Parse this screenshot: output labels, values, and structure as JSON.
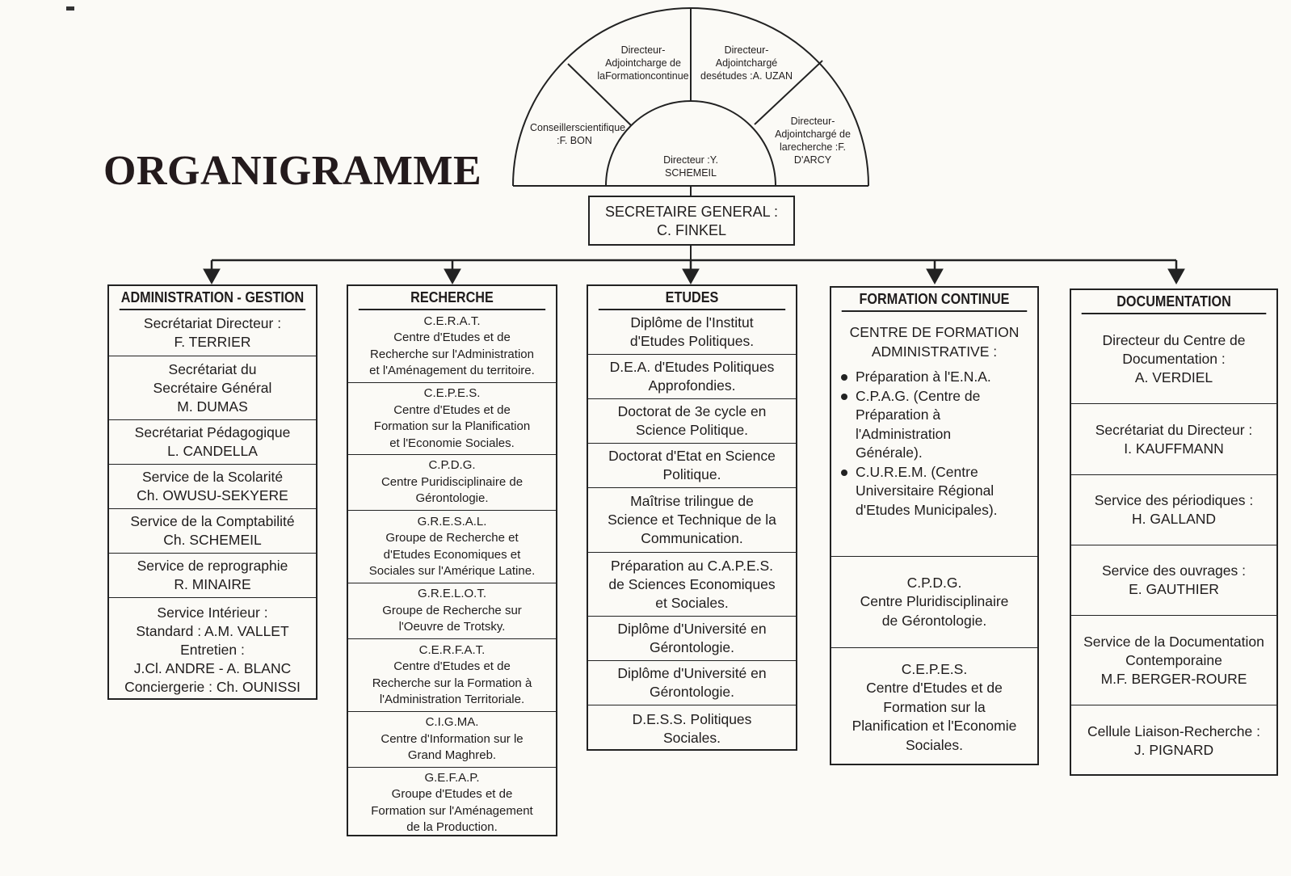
{
  "title": "ORGANIGRAMME",
  "direction": {
    "conseiller": "Conseiller|scientifique :|F. BON",
    "adjoint_formation": "Directeur-Adjoint|charge de la|Formation|continue",
    "adjoint_etudes": "Directeur-Adjoint|chargé des|études :|A. UZAN",
    "adjoint_recherche": "Directeur-Adjoint|chargé de la|recherche :|F. D'ARCY",
    "directeur": "Directeur :|Y. SCHEMEIL"
  },
  "secretaire_general": {
    "line1": "SECRETAIRE GENERAL :",
    "line2": "C. FINKEL"
  },
  "columns": {
    "administration": {
      "title": "ADMINISTRATION - GESTION",
      "cells": [
        "Secrétariat Directeur :|F. TERRIER",
        "Secrétariat du|Secrétaire Général|M. DUMAS",
        "Secrétariat Pédagogique|L. CANDELLA",
        "Service de la Scolarité|Ch. OWUSU-SEKYERE",
        "Service de la Comptabilité|Ch. SCHEMEIL",
        "Service de reprographie|R. MINAIRE",
        "Service Intérieur :|Standard : A.M. VALLET|Entretien :|J.Cl. ANDRE - A. BLANC|Conciergerie : Ch. OUNISSI"
      ]
    },
    "recherche": {
      "title": "RECHERCHE",
      "cells": [
        "C.E.R.A.T.|Centre d'Etudes et de|Recherche sur l'Administration|et l'Aménagement du territoire.",
        "C.E.P.E.S.|Centre d'Etudes et de|Formation sur la Planification|et l'Economie Sociales.",
        "C.P.D.G.|Centre Puridisciplinaire de|Gérontologie.",
        "G.R.E.S.A.L.|Groupe de Recherche et|d'Etudes Economiques et|Sociales sur l'Amérique Latine.",
        "G.R.E.L.O.T.|Groupe de Recherche sur|l'Oeuvre de Trotsky.",
        "C.E.R.F.A.T.|Centre d'Etudes et de|Recherche sur la Formation à|l'Administration Territoriale.",
        "C.I.G.MA.|Centre d'Information sur le|Grand Maghreb.",
        "G.E.F.A.P.|Groupe d'Etudes et de|Formation sur l'Aménagement|de la Production."
      ]
    },
    "etudes": {
      "title": "ETUDES",
      "cells": [
        "Diplôme de l'Institut|d'Etudes Politiques.",
        "D.E.A. d'Etudes Politiques|Approfondies.",
        "Doctorat de 3e cycle en|Science Politique.",
        "Doctorat d'Etat en Science|Politique.",
        "Maîtrise trilingue de|Science et Technique de la|Communication.",
        "Préparation au C.A.P.E.S.|de Sciences Economiques|et Sociales.",
        "Diplôme d'Université en|Gérontologie.",
        "Diplôme d'Université en|Gérontologie.",
        "D.E.S.S. Politiques|Sociales."
      ]
    },
    "formation": {
      "title": "FORMATION CONTINUE",
      "cfa_title": "CENTRE DE FORMATION|ADMINISTRATIVE :",
      "bullets": [
        "Préparation à l'E.N.A.",
        "C.P.A.G. (Centre de|Préparation à|l'Administration|Générale).",
        "C.U.R.E.M. (Centre|Universitaire Régional|d'Etudes Municipales)."
      ],
      "cells": [
        "C.P.D.G.|Centre Pluridisciplinaire|de Gérontologie.",
        "C.E.P.E.S.|Centre d'Etudes et de|Formation sur la|Planification et l'Economie|Sociales."
      ]
    },
    "documentation": {
      "title": "DOCUMENTATION",
      "cells": [
        "Directeur du Centre de|Documentation :|A. VERDIEL",
        "Secrétariat du Directeur :|I. KAUFFMANN",
        "Service des périodiques :|H. GALLAND",
        "Service des ouvrages :|E. GAUTHIER",
        "Service de la Documentation|Contemporaine|M.F. BERGER-ROURE",
        "Cellule Liaison-Recherche :|J. PIGNARD"
      ]
    }
  }
}
